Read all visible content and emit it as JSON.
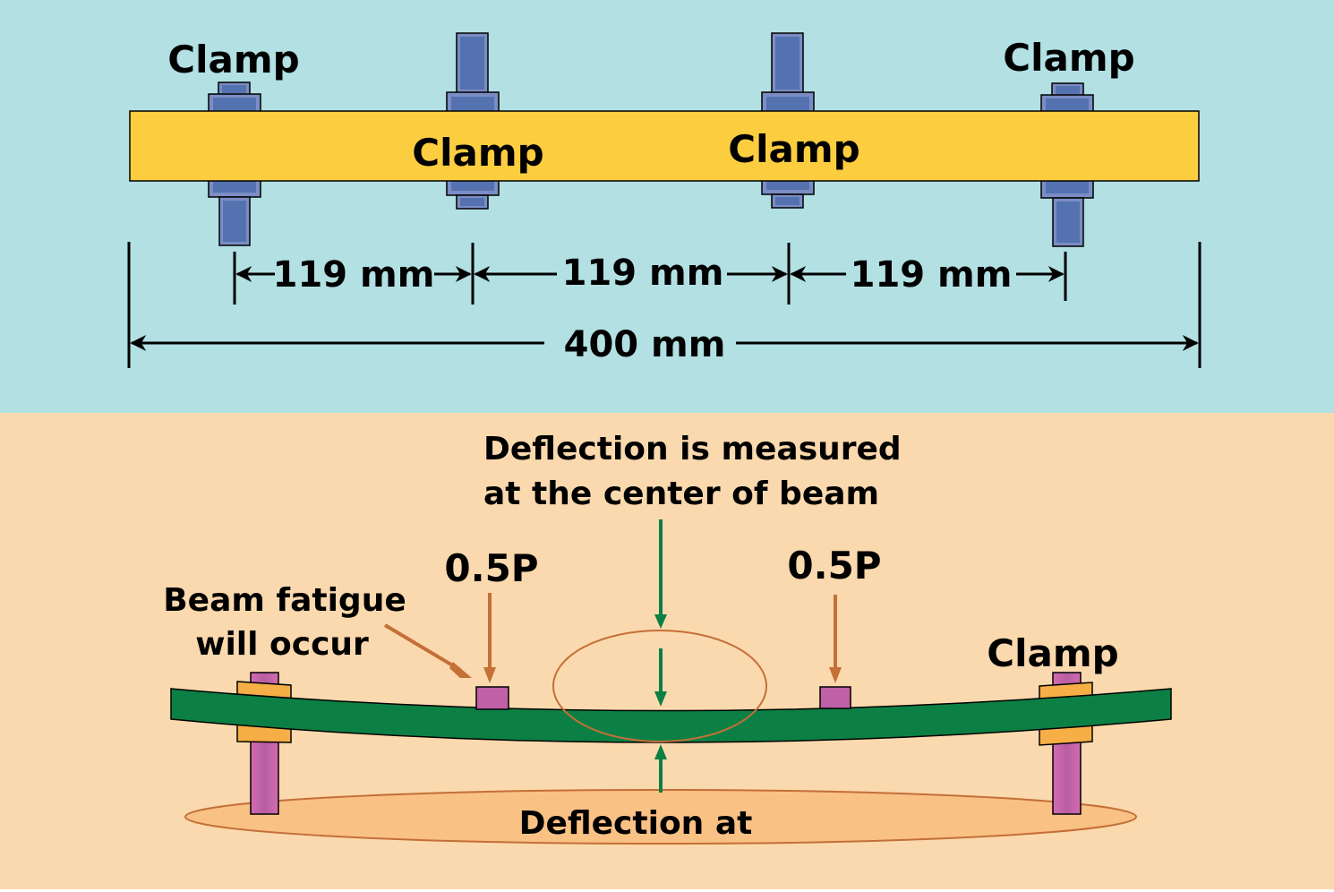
{
  "colors": {
    "top_panel_bg": "#b2e0e3",
    "bottom_panel_bg": "#fbd9ae",
    "beam_top": "#fdcd40",
    "clamp_blue": "#5472b0",
    "clamp_blue_light": "#7b8dc4",
    "beam_bottom": "#0c8044",
    "clamp_pink": "#d064ab",
    "clamp_orange": "#f6ae46",
    "load_arrow": "#c46f37",
    "deflection_arrow": "#0c8044",
    "base_ellipse_fill": "#fac185",
    "base_ellipse_stroke": "#c46f37"
  },
  "top_panel": {
    "clamp_labels": [
      "Clamp",
      "Clamp",
      "Clamp",
      "Clamp"
    ],
    "spans": [
      {
        "label": "119 mm"
      },
      {
        "label": "119 mm"
      },
      {
        "label": "119 mm"
      }
    ],
    "total_length": {
      "label": "400 mm"
    }
  },
  "bottom_panel": {
    "measurement_note": {
      "line1": "Deflection is measured",
      "line2": "at the center of beam"
    },
    "loads": [
      {
        "label": "0.5P"
      },
      {
        "label": "0.5P"
      }
    ],
    "fatigue_note": {
      "line1": "Beam fatigue",
      "line2": "will occur"
    },
    "clamp_label": "Clamp",
    "base_label": "Deflection at"
  }
}
